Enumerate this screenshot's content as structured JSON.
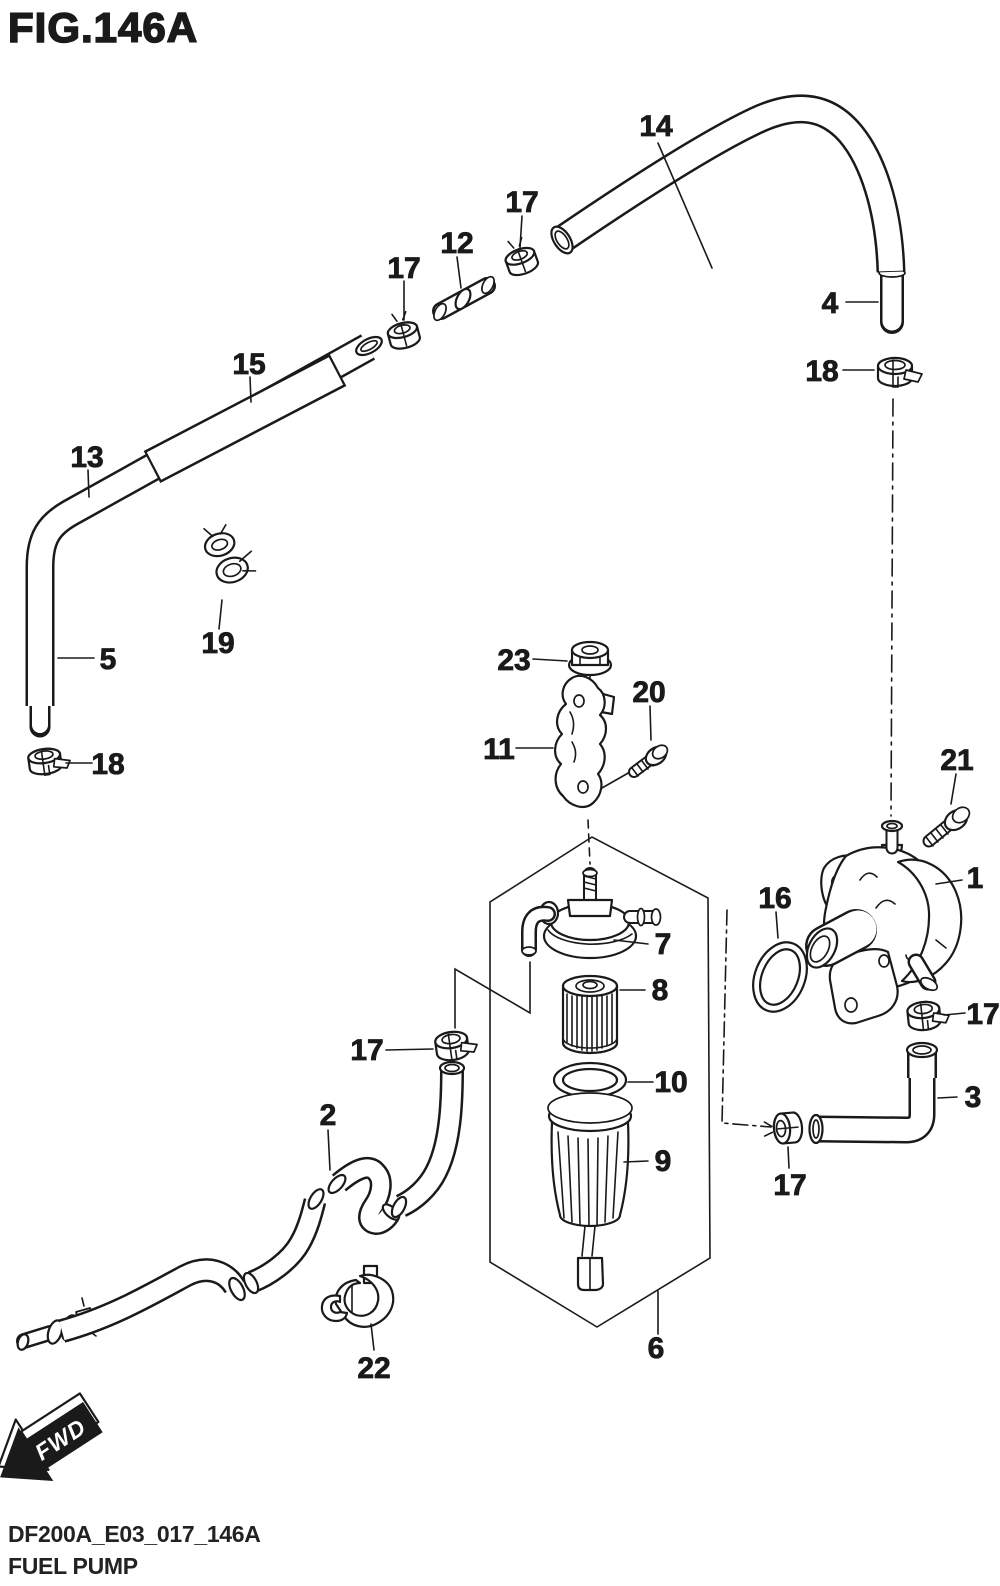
{
  "figure": {
    "title": "FIG.146A",
    "drawing_code": "DF200A_E03_017_146A",
    "caption": "FUEL PUMP",
    "fwd_label": "FWD"
  },
  "colors": {
    "ink": "#1a1a1a",
    "paper": "#ffffff"
  },
  "callouts": [
    {
      "ref": "14"
    },
    {
      "ref": "17"
    },
    {
      "ref": "12"
    },
    {
      "ref": "4"
    },
    {
      "ref": "17"
    },
    {
      "ref": "15"
    },
    {
      "ref": "18"
    },
    {
      "ref": "13"
    },
    {
      "ref": "19"
    },
    {
      "ref": "5"
    },
    {
      "ref": "18"
    },
    {
      "ref": "23"
    },
    {
      "ref": "20"
    },
    {
      "ref": "11"
    },
    {
      "ref": "21"
    },
    {
      "ref": "16"
    },
    {
      "ref": "1"
    },
    {
      "ref": "7"
    },
    {
      "ref": "8"
    },
    {
      "ref": "17"
    },
    {
      "ref": "10"
    },
    {
      "ref": "3"
    },
    {
      "ref": "17"
    },
    {
      "ref": "9"
    },
    {
      "ref": "2"
    },
    {
      "ref": "17"
    },
    {
      "ref": "6"
    },
    {
      "ref": "22"
    }
  ]
}
